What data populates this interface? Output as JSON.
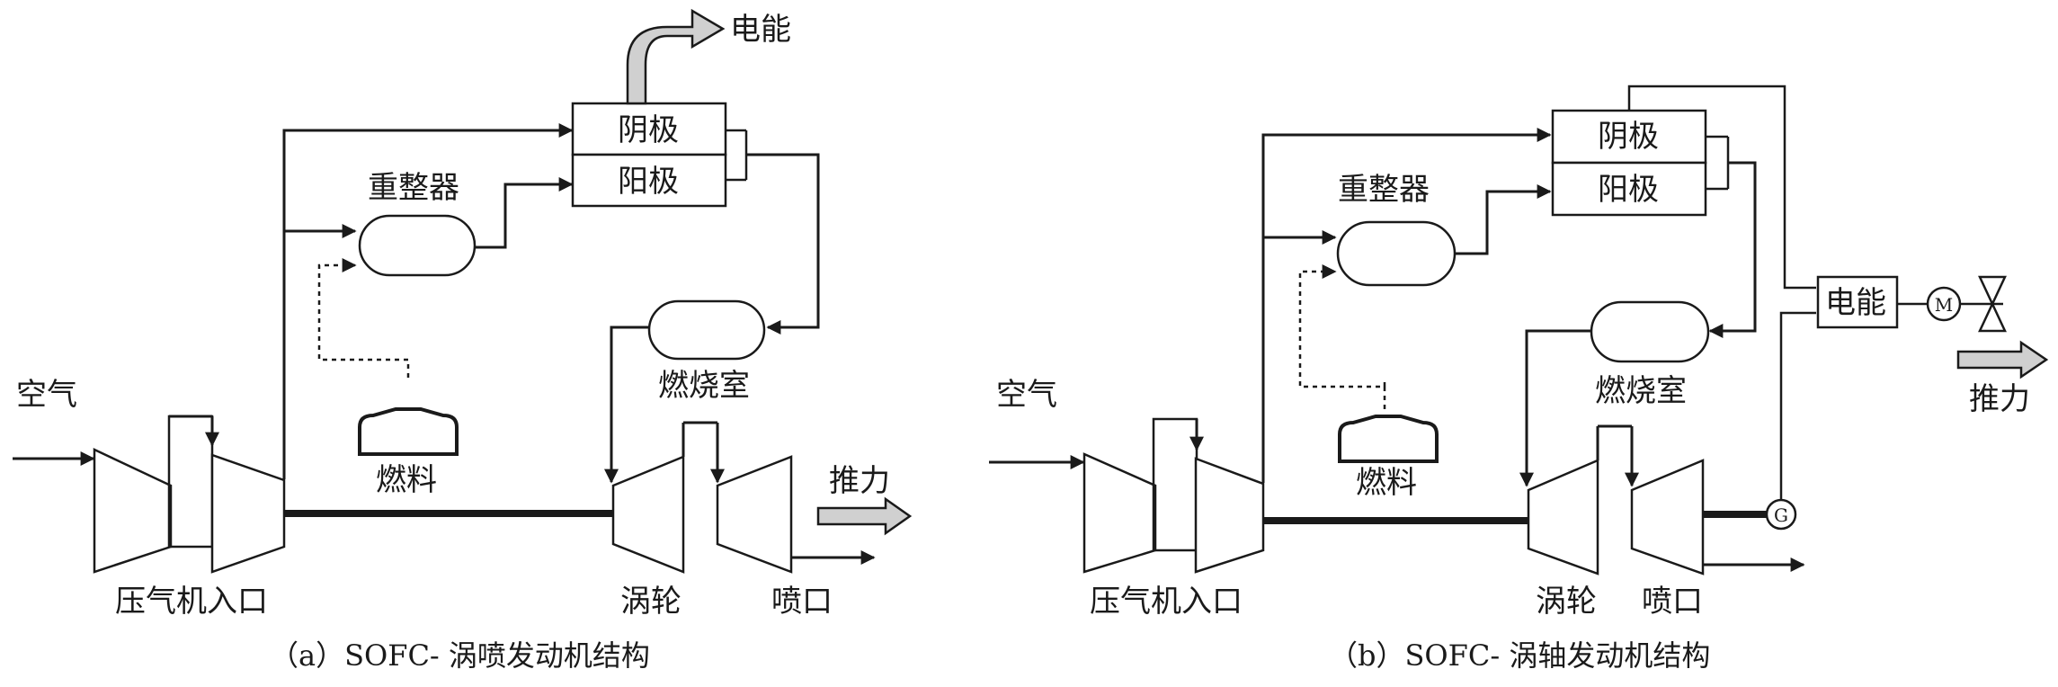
{
  "panel_a": {
    "air": "空气",
    "compressor": "压气机入口",
    "reformer": "重整器",
    "fuel": "燃料",
    "cathode": "阴极",
    "anode": "阳极",
    "electricity": "电能",
    "combustor": "燃烧室",
    "turbine": "涡轮",
    "nozzle": "喷口",
    "thrust": "推力",
    "caption": "（a）SOFC- 涡喷发动机结构"
  },
  "panel_b": {
    "air": "空气",
    "compressor": "压气机入口",
    "reformer": "重整器",
    "fuel": "燃料",
    "cathode": "阴极",
    "anode": "阳极",
    "electricity": "电能",
    "combustor": "燃烧室",
    "turbine": "涡轮",
    "nozzle": "喷口",
    "thrust": "推力",
    "motor": "M",
    "generator": "G",
    "caption": "（b）SOFC- 涡轴发动机结构"
  }
}
